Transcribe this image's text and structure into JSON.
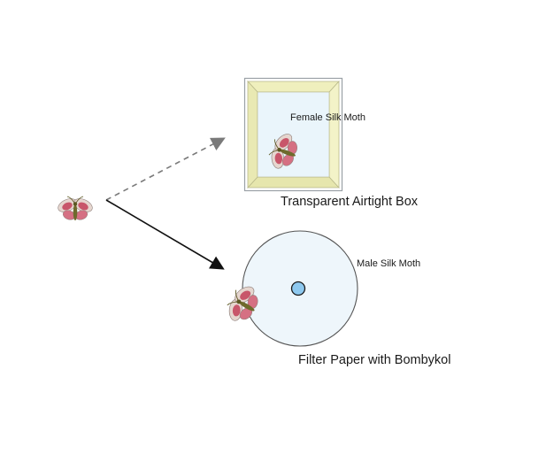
{
  "labels": {
    "female_moth": "Female Silk Moth",
    "airtight_box": "Transparent Airtight Box",
    "male_moth": "Male Silk Moth",
    "filter_paper": "Filter Paper with Bombykol"
  },
  "colors": {
    "box_frame": "#efefbd",
    "box_frame_edge": "#b8b88a",
    "box_interior": "#eaf5fb",
    "box_outline": "#9aa0a6",
    "filter_paper_fill": "#eef6fb",
    "bombykol_drop": "#8ec9ef",
    "arrow_solid": "#111111",
    "arrow_dashed": "#7a7a7a",
    "moth_wing_pink": "#c8566a",
    "moth_wing_light": "#e6d6cf",
    "moth_body": "#6e6a2c"
  },
  "icons": [
    "moth-icon",
    "arrow-icon"
  ]
}
